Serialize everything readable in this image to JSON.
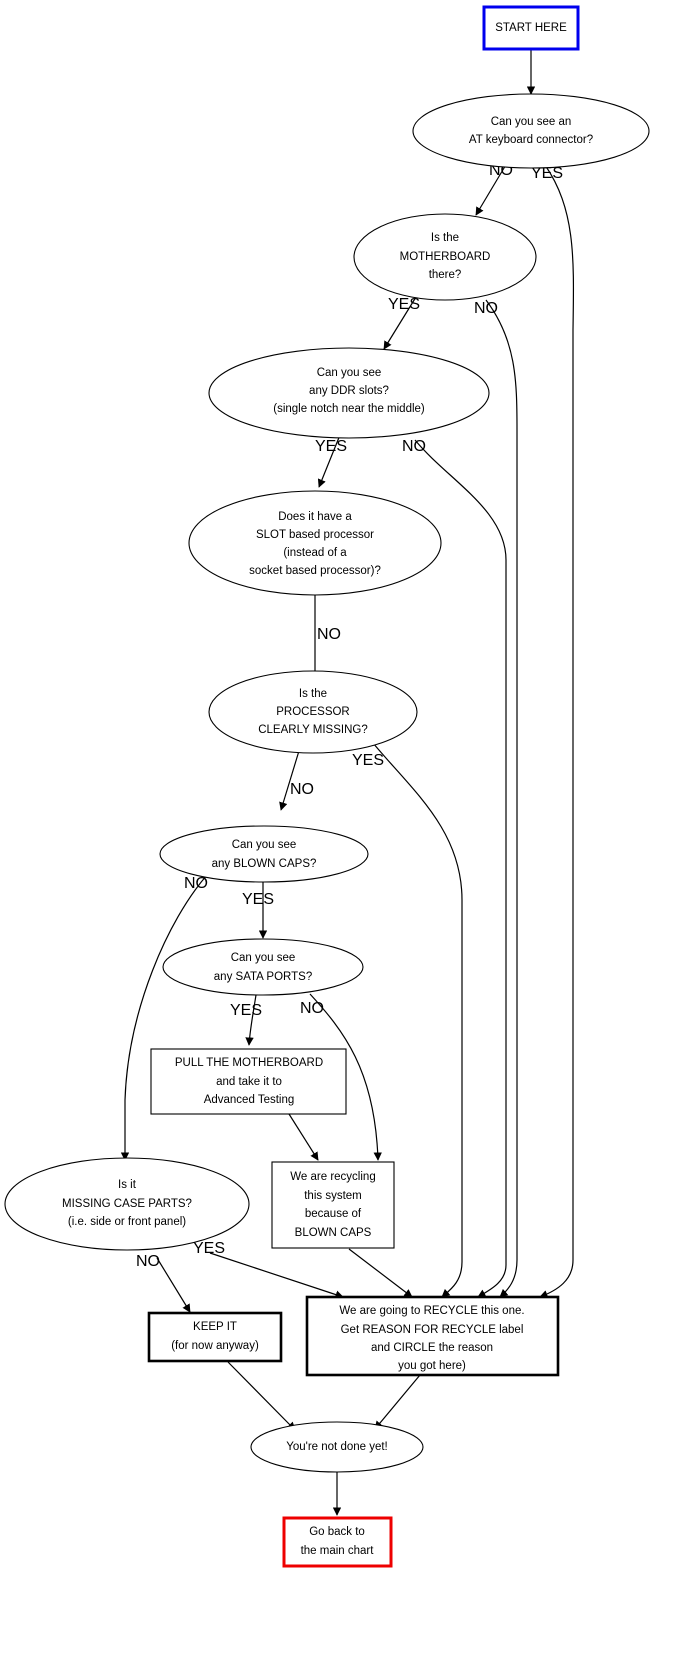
{
  "chart_data": {
    "type": "flowchart",
    "title": "Motherboard / Recycle decision flowchart",
    "orientation": "top-to-bottom",
    "colors": {
      "start_border": "#0000ee",
      "end_border": "#ee0000",
      "default_border": "#000000",
      "background": "#ffffff",
      "text": "#000000"
    },
    "nodes": [
      {
        "id": "start",
        "shape": "box",
        "border": "blue",
        "lines": [
          "START HERE"
        ]
      },
      {
        "id": "at_kbd",
        "shape": "ellipse",
        "border": "black",
        "lines": [
          "Can you see an",
          "AT keyboard connector?"
        ]
      },
      {
        "id": "mobo",
        "shape": "ellipse",
        "border": "black",
        "lines": [
          "Is the",
          "MOTHERBOARD",
          "there?"
        ]
      },
      {
        "id": "ddr",
        "shape": "ellipse",
        "border": "black",
        "lines": [
          "Can you see",
          "any DDR slots?",
          "(single notch near the middle)"
        ]
      },
      {
        "id": "slot_cpu",
        "shape": "ellipse",
        "border": "black",
        "lines": [
          "Does it have a",
          "SLOT based processor",
          "(instead of a",
          "socket based processor)?"
        ]
      },
      {
        "id": "cpu_missing",
        "shape": "ellipse",
        "border": "black",
        "lines": [
          "Is the",
          "PROCESSOR",
          "CLEARLY MISSING?"
        ]
      },
      {
        "id": "blown_caps",
        "shape": "ellipse",
        "border": "black",
        "lines": [
          "Can you see",
          "any BLOWN CAPS?"
        ]
      },
      {
        "id": "sata",
        "shape": "ellipse",
        "border": "black",
        "lines": [
          "Can you see",
          "any SATA PORTS?"
        ]
      },
      {
        "id": "pull_mobo",
        "shape": "box",
        "border": "black",
        "lines": [
          "PULL THE MOTHERBOARD",
          "and take it to",
          "Advanced Testing"
        ]
      },
      {
        "id": "case_parts",
        "shape": "ellipse",
        "border": "black",
        "lines": [
          "Is it",
          "MISSING CASE PARTS?",
          "(i.e. side or front panel)"
        ]
      },
      {
        "id": "recycle_caps",
        "shape": "box",
        "border": "black",
        "lines": [
          "We are recycling",
          "this system",
          "because of",
          "BLOWN CAPS"
        ]
      },
      {
        "id": "keep_it",
        "shape": "box",
        "border": "black-thick",
        "lines": [
          "KEEP IT",
          "(for now anyway)"
        ]
      },
      {
        "id": "recycle",
        "shape": "box",
        "border": "black-thick",
        "lines": [
          "We are going to RECYCLE this one.",
          "Get REASON FOR RECYCLE label",
          "and CIRCLE the reason",
          "you got here)"
        ]
      },
      {
        "id": "not_done",
        "shape": "ellipse",
        "border": "black",
        "lines": [
          "You're not done yet!"
        ]
      },
      {
        "id": "go_back",
        "shape": "box",
        "border": "red",
        "lines": [
          "Go back to",
          "the main chart"
        ]
      }
    ],
    "edges": [
      {
        "from": "start",
        "to": "at_kbd",
        "label": ""
      },
      {
        "from": "at_kbd",
        "to": "mobo",
        "label": "NO"
      },
      {
        "from": "at_kbd",
        "to": "recycle",
        "label": "YES"
      },
      {
        "from": "mobo",
        "to": "ddr",
        "label": "YES"
      },
      {
        "from": "mobo",
        "to": "recycle",
        "label": "NO"
      },
      {
        "from": "ddr",
        "to": "slot_cpu",
        "label": "YES"
      },
      {
        "from": "ddr",
        "to": "recycle",
        "label": "NO"
      },
      {
        "from": "slot_cpu",
        "to": "cpu_missing",
        "label": "NO"
      },
      {
        "from": "cpu_missing",
        "to": "blown_caps",
        "label": "NO"
      },
      {
        "from": "cpu_missing",
        "to": "recycle",
        "label": "YES"
      },
      {
        "from": "blown_caps",
        "to": "sata",
        "label": "YES"
      },
      {
        "from": "blown_caps",
        "to": "case_parts",
        "label": "NO"
      },
      {
        "from": "sata",
        "to": "pull_mobo",
        "label": "YES"
      },
      {
        "from": "sata",
        "to": "recycle_caps",
        "label": "NO"
      },
      {
        "from": "pull_mobo",
        "to": "recycle_caps",
        "label": ""
      },
      {
        "from": "recycle_caps",
        "to": "recycle",
        "label": ""
      },
      {
        "from": "case_parts",
        "to": "keep_it",
        "label": "NO"
      },
      {
        "from": "case_parts",
        "to": "recycle",
        "label": "YES"
      },
      {
        "from": "keep_it",
        "to": "not_done",
        "label": ""
      },
      {
        "from": "recycle",
        "to": "not_done",
        "label": ""
      },
      {
        "from": "not_done",
        "to": "go_back",
        "label": ""
      }
    ]
  },
  "labels": {
    "start": "START HERE",
    "at_kbd_1": "Can you see an",
    "at_kbd_2": "AT keyboard connector?",
    "mobo_1": "Is the",
    "mobo_2": "MOTHERBOARD",
    "mobo_3": "there?",
    "ddr_1": "Can you see",
    "ddr_2": "any DDR slots?",
    "ddr_3": "(single notch near the middle)",
    "slot_1": "Does it have a",
    "slot_2": "SLOT based processor",
    "slot_3": "(instead of a",
    "slot_4": "socket based processor)?",
    "cpu_1": "Is the",
    "cpu_2": "PROCESSOR",
    "cpu_3": "CLEARLY MISSING?",
    "caps_1": "Can you see",
    "caps_2": "any BLOWN CAPS?",
    "sata_1": "Can you see",
    "sata_2": "any SATA PORTS?",
    "pull_1": "PULL THE MOTHERBOARD",
    "pull_2": "and take it to",
    "pull_3": "Advanced Testing",
    "case_1": "Is it",
    "case_2": "MISSING CASE PARTS?",
    "case_3": "(i.e. side or front panel)",
    "rcaps_1": "We are recycling",
    "rcaps_2": "this system",
    "rcaps_3": "because of",
    "rcaps_4": "BLOWN CAPS",
    "keep_1": "KEEP IT",
    "keep_2": "(for now anyway)",
    "rec_1": "We are going to RECYCLE this one.",
    "rec_2": "Get REASON FOR RECYCLE label",
    "rec_3": "and CIRCLE the reason",
    "rec_4": "you got here)",
    "notdone_1": "You're not done yet!",
    "goback_1": "Go back to",
    "goback_2": "the main chart"
  },
  "edge_labels": {
    "e_atkbd_no": "NO",
    "e_atkbd_yes": "YES",
    "e_mobo_yes": "YES",
    "e_mobo_no": "NO",
    "e_ddr_yes": "YES",
    "e_ddr_no": "NO",
    "e_slot_no": "NO",
    "e_cpu_no": "NO",
    "e_cpu_yes": "YES",
    "e_caps_no": "NO",
    "e_caps_yes": "YES",
    "e_sata_yes": "YES",
    "e_sata_no": "NO",
    "e_case_no": "NO",
    "e_case_yes": "YES"
  }
}
